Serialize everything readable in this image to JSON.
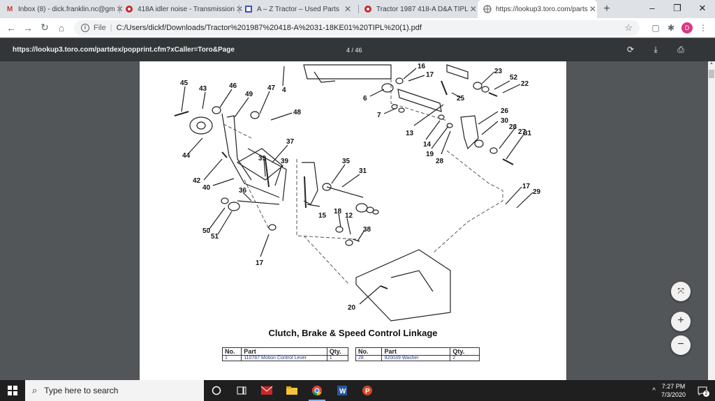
{
  "tabs": [
    {
      "title": "Inbox (8) - dick.franklin.nc@gm",
      "icon": "gmail-icon",
      "active": false
    },
    {
      "title": "418A idler noise - Transmission",
      "icon": "forum-icon",
      "active": false
    },
    {
      "title": "A – Z Tractor – Used Parts",
      "icon": "site-icon",
      "active": false
    },
    {
      "title": "Tractor 1987 418-A D&A TIPL",
      "icon": "forum-icon",
      "active": false
    },
    {
      "title": "https://lookup3.toro.com/parts",
      "icon": "globe-icon",
      "active": true
    }
  ],
  "new_tab": "+",
  "address": {
    "scheme_label": "File",
    "url": "C:/Users/dickf/Downloads/Tractor%201987%20418-A%2031-18KE01%20TIPL%20(1).pdf"
  },
  "profile_initial": "D",
  "pdf": {
    "title": "https://lookup3.toro.com/partdex/popprint.cfm?xCaller=Toro&Page",
    "page_indicator": "4 / 46"
  },
  "diagram": {
    "caption": "Clutch, Brake & Speed Control Linkage",
    "callouts": [
      "45",
      "43",
      "46",
      "47",
      "4",
      "49",
      "48",
      "44",
      "42",
      "40",
      "39",
      "37",
      "39",
      "36",
      "50",
      "51",
      "17",
      "16",
      "17",
      "23",
      "52",
      "22",
      "6",
      "25",
      "7",
      "13",
      "26",
      "30",
      "14",
      "19",
      "28",
      "28",
      "27",
      "31",
      "35",
      "31",
      "17",
      "29",
      "15",
      "18",
      "12",
      "38",
      "20"
    ]
  },
  "parts_tables": [
    {
      "headers": [
        "No.",
        "Part",
        "Qty."
      ],
      "rows": [
        [
          "1",
          "110787 Motion Control Lever",
          "1"
        ]
      ]
    },
    {
      "headers": [
        "No.",
        "Part",
        "Qty."
      ],
      "rows": [
        [
          "28",
          "920039 Washer",
          "2"
        ]
      ]
    }
  ],
  "taskbar": {
    "search_placeholder": "Type here to search",
    "time": "7:27 PM",
    "date": "7/3/2020",
    "notifications": "2"
  }
}
